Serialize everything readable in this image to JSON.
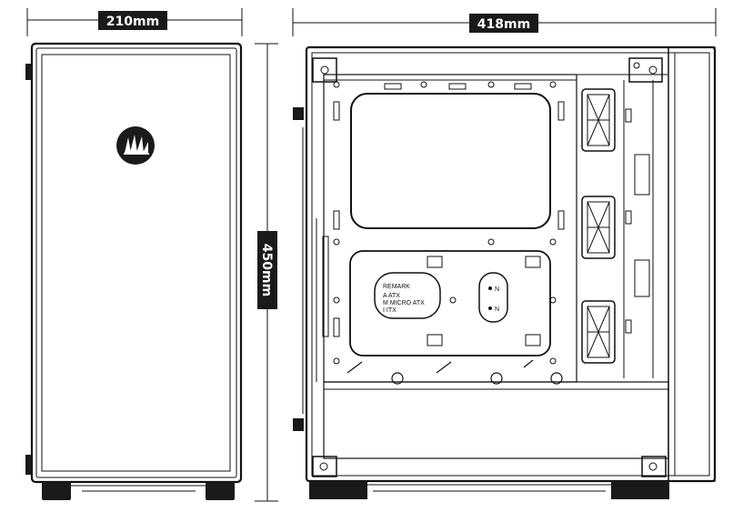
{
  "dimensions": {
    "width": "210mm",
    "length": "418mm",
    "height": "450mm"
  },
  "motherboard_remark": {
    "title": "REMARK",
    "lines": [
      "A  ATX",
      "M  MICRO ATX",
      "I  ITX"
    ]
  },
  "grommet_markings": [
    "N",
    "N"
  ],
  "colors": {
    "label_bg": "#1a1a1a",
    "line": "#111111",
    "label_text": "#ffffff"
  }
}
